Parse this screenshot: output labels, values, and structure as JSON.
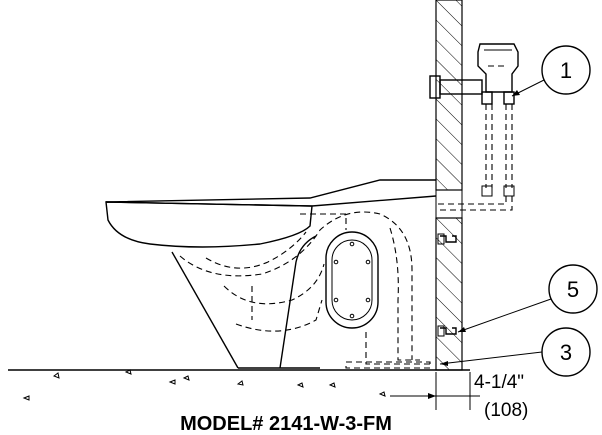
{
  "callouts": [
    {
      "id": "callout-1",
      "label": "1"
    },
    {
      "id": "callout-5",
      "label": "5"
    },
    {
      "id": "callout-3",
      "label": "3"
    }
  ],
  "dimension": {
    "imperial": "4-1/4\"",
    "metric": "(108)"
  },
  "model": "MODEL# 2141-W-3-FM"
}
